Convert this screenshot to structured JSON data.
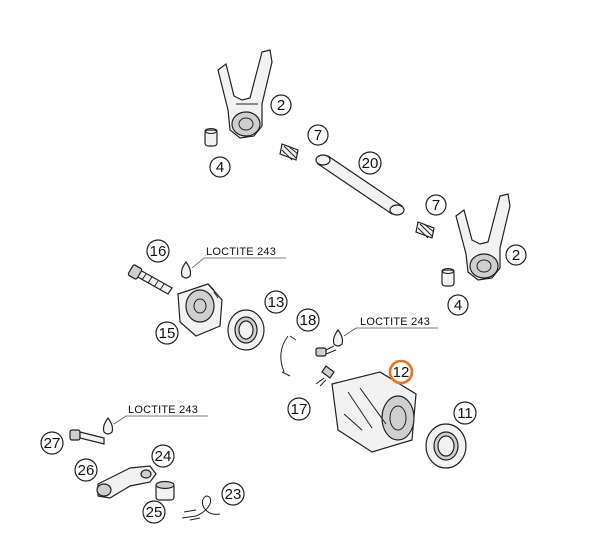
{
  "callouts": [
    {
      "id": "c2a",
      "label": "2"
    },
    {
      "id": "c7a",
      "label": "7"
    },
    {
      "id": "c4a",
      "label": "4"
    },
    {
      "id": "c20",
      "label": "20"
    },
    {
      "id": "c7b",
      "label": "7"
    },
    {
      "id": "c2b",
      "label": "2"
    },
    {
      "id": "c16",
      "label": "16"
    },
    {
      "id": "c4b",
      "label": "4"
    },
    {
      "id": "c13",
      "label": "13"
    },
    {
      "id": "c15",
      "label": "15"
    },
    {
      "id": "c18",
      "label": "18"
    },
    {
      "id": "c12",
      "label": "12"
    },
    {
      "id": "c17",
      "label": "17"
    },
    {
      "id": "c11",
      "label": "11"
    },
    {
      "id": "c27",
      "label": "27"
    },
    {
      "id": "c24",
      "label": "24"
    },
    {
      "id": "c26",
      "label": "26"
    },
    {
      "id": "c23",
      "label": "23"
    },
    {
      "id": "c25",
      "label": "25"
    }
  ],
  "loctite": [
    "LOCTITE 243",
    "LOCTITE 243",
    "LOCTITE 243"
  ],
  "colors": {
    "highlight": "#e8731e",
    "line": "#222222",
    "fill": "#f2f2f2"
  }
}
